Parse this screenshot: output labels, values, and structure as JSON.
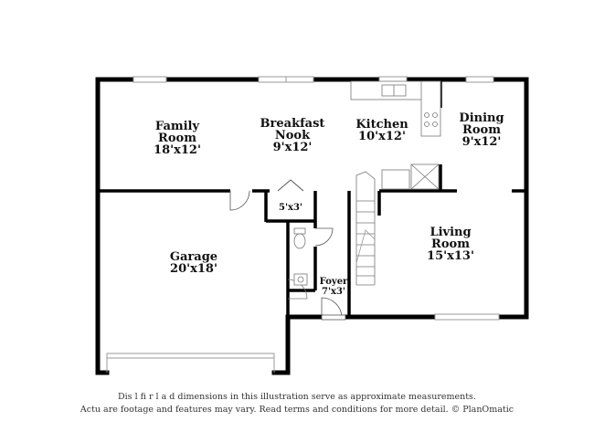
{
  "rooms": {
    "family": {
      "name_line1": "Family",
      "name_line2": "Room",
      "size": "18'x12'"
    },
    "breakfast": {
      "name_line1": "Breakfast",
      "name_line2": "Nook",
      "size": "9'x12'"
    },
    "kitchen": {
      "name": "Kitchen",
      "size": "10'x12'"
    },
    "dining": {
      "name_line1": "Dining",
      "name_line2": "Room",
      "size": "9'x12'"
    },
    "closet": {
      "size": "5'x3'"
    },
    "garage": {
      "name": "Garage",
      "size": "20'x18'"
    },
    "living": {
      "name_line1": "Living",
      "name_line2": "Room",
      "size": "15'x13'"
    },
    "foyer": {
      "name": "Foyer",
      "size": "7'x3'"
    }
  },
  "disclaimer": {
    "line1": "Dis          l fi     r l   a       d dimensions in this illustration serve as approximate measurements.",
    "line2": "Actu       are footage and features may vary. Read terms and conditions for more detail. © PlanOmatic"
  },
  "colors": {
    "wall": "#000000",
    "window": "#bbbbbb",
    "fixture": "#777777"
  }
}
